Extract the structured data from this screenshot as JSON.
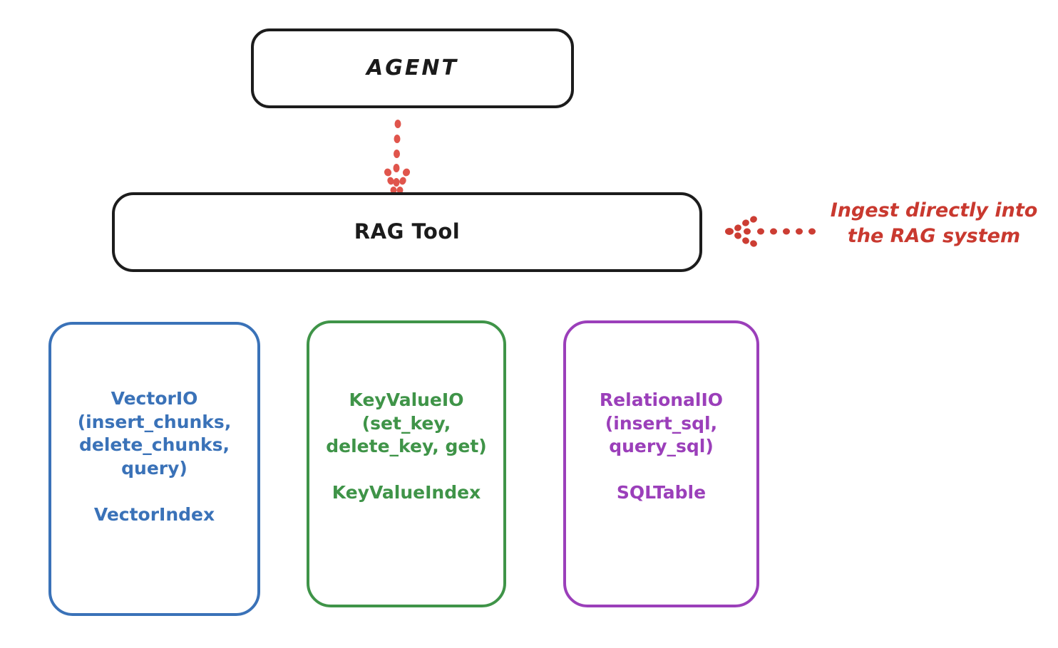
{
  "diagram": {
    "title_node": {
      "name": "AGENT",
      "label": "AGENT"
    },
    "tool_node": {
      "name": "RAG Tool",
      "label": "RAG Tool"
    },
    "providers": [
      {
        "id": "vector-io",
        "label": "VectorIO\n(insert_chunks,\ndelete_chunks,\nquery)\n\nVectorIndex",
        "api": "VectorIO",
        "methods": [
          "insert_chunks",
          "delete_chunks",
          "query"
        ],
        "index": "VectorIndex",
        "color": "#3a72b8"
      },
      {
        "id": "key-value-io",
        "label": "KeyValueIO\n(set_key,\ndelete_key, get)\n\nKeyValueIndex",
        "api": "KeyValueIO",
        "methods": [
          "set_key",
          "delete_key",
          "get"
        ],
        "index": "KeyValueIndex",
        "color": "#3f9448"
      },
      {
        "id": "relational-io",
        "label": "RelationalIO\n(insert_sql,\nquery_sql)\n\nSQLTable",
        "api": "RelationalIO",
        "methods": [
          "insert_sql",
          "query_sql"
        ],
        "index": "SQLTable",
        "color": "#9b3fba"
      }
    ],
    "annotations": [
      {
        "id": "ingest-note",
        "text": "Ingest directly into\nthe RAG system",
        "color": "#c9392f"
      }
    ],
    "connectors": [
      {
        "id": "agent-to-rag",
        "from": "AGENT",
        "to": "RAG Tool",
        "style": "dotted",
        "direction": "down",
        "color": "#e0554c"
      },
      {
        "id": "ingest-to-rag",
        "from": "Ingest directly into the RAG system",
        "to": "RAG Tool",
        "style": "dotted",
        "direction": "left",
        "color": "#cc3d33"
      }
    ],
    "colors": {
      "background": "#ffffff",
      "stroke_black": "#1c1c1c",
      "blue": "#3a72b8",
      "green": "#3f9448",
      "purple": "#9b3fba",
      "red": "#cc3d33"
    }
  }
}
